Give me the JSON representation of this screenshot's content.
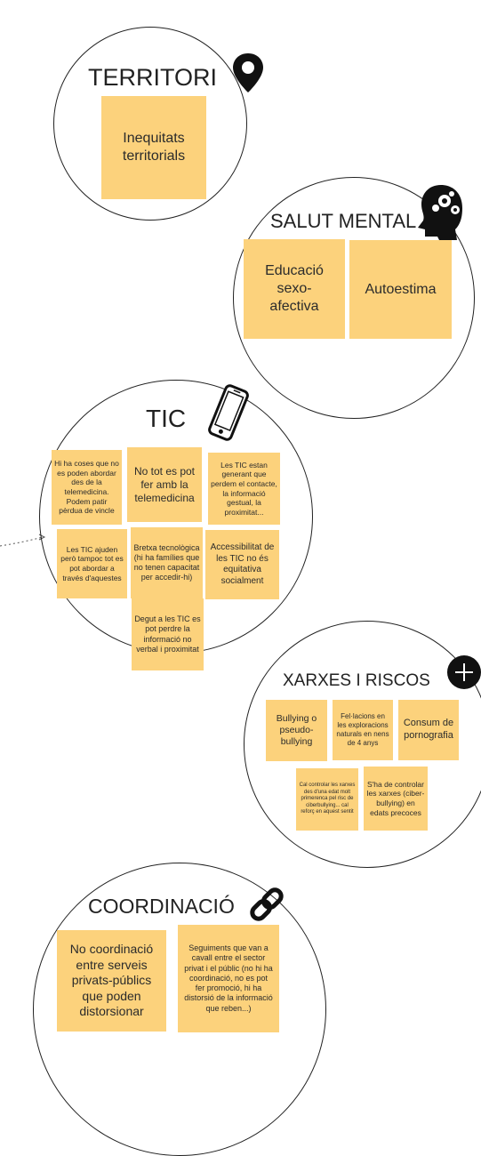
{
  "colors": {
    "note": "#fcd27c",
    "stroke": "#222222",
    "background": "#ffffff"
  },
  "clusters": [
    {
      "id": "territori",
      "title": "TERRITORI",
      "icon": "location-pin-icon",
      "notes": [
        "Inequitats territorials"
      ]
    },
    {
      "id": "salut-mental",
      "title": "SALUT MENTAL",
      "icon": "head-gears-icon",
      "notes": [
        "Educació sexo-afectiva",
        "Autoestima"
      ]
    },
    {
      "id": "tic",
      "title": "TIC",
      "icon": "smartphone-icon",
      "notes": [
        "Hi ha coses que no es poden abordar des de la telemedicina. Podem patir pèrdua de vincle",
        "No tot es pot fer amb la telemedicina",
        "Les TIC estan generant que perdem el contacte, la informació gestual, la proximitat...",
        "Les TIC ajuden però tampoc tot es pot abordar a través d'aquestes",
        "Bretxa tecnològica (hi ha famílies que no tenen capacitat per accedir-hi)",
        "Accessibilitat de les TIC no és equitativa socialment",
        "Degut a les TIC es pot perdre la informació no verbal i proximitat"
      ]
    },
    {
      "id": "xarxes",
      "title": "XARXES I RISCOS",
      "icon": "plus-icon",
      "notes": [
        "Bullying o pseudo-bullying",
        "Fel·lacions en les exploracions naturals en nens de 4 anys",
        "Consum de pornografia",
        "Cal controlar les xarxes des d'una edat molt primerenca pel risc de ciberbullying... cal reforç en aquest sentit",
        "S'ha de controlar les xarxes (ciber-bullying) en edats precoces"
      ]
    },
    {
      "id": "coordinacio",
      "title": "COORDINACIÓ",
      "icon": "chain-link-icon",
      "notes": [
        "No coordinació entre serveis privats-públics que poden distorsionar",
        "Seguiments que van a cavall entre el sector privat i el públic (no hi ha coordinació, no es pot fer promoció, hi  ha distorsió de la informació que reben...)"
      ]
    }
  ]
}
